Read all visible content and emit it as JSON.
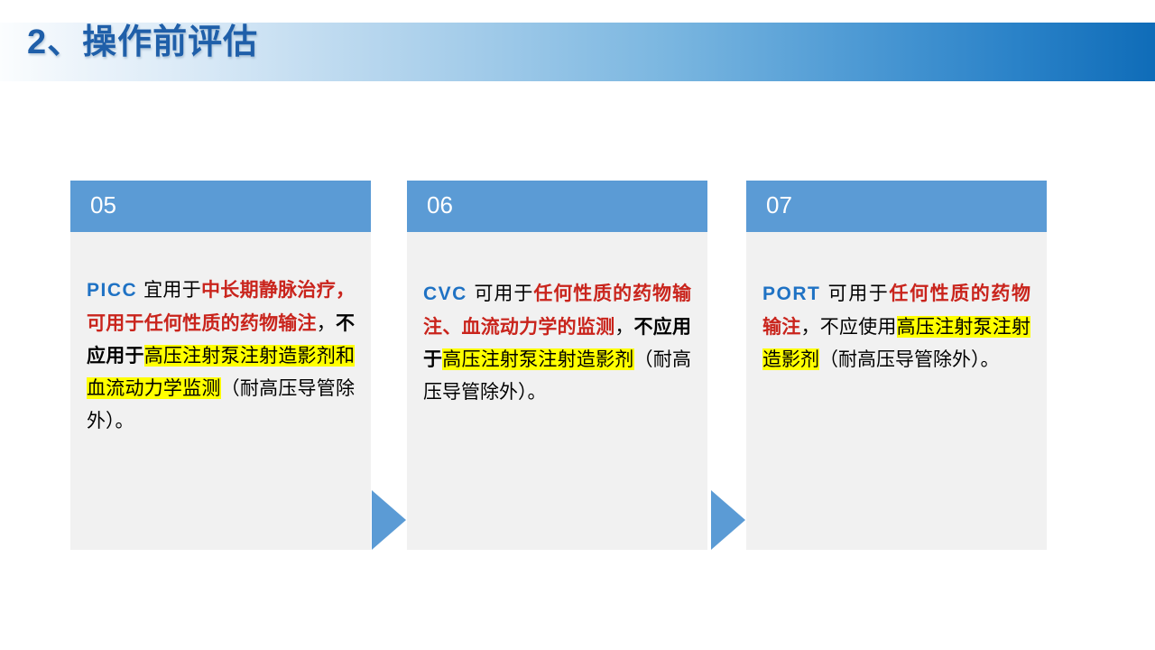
{
  "slide": {
    "title": "2、操作前评估"
  },
  "cards": [
    {
      "number": "05",
      "runs": [
        {
          "text": "PICC",
          "style": "device"
        },
        {
          "text": " 宜用于",
          "style": "plain"
        },
        {
          "text": "中长期静脉治疗，可用于任何性质的药物输注",
          "style": "red"
        },
        {
          "text": "，",
          "style": "plain"
        },
        {
          "text": "不应用于",
          "style": "bold"
        },
        {
          "text": "高压注射泵注射造影剂和血流动力学监测",
          "style": "highlight"
        },
        {
          "text": "（耐高压导管除外）。",
          "style": "plain"
        }
      ]
    },
    {
      "number": "06",
      "runs": [
        {
          "text": "CVC",
          "style": "device"
        },
        {
          "text": " 可用于",
          "style": "plain"
        },
        {
          "text": "任何性质的药物输注、血流动力学的监测",
          "style": "red"
        },
        {
          "text": "，",
          "style": "plain"
        },
        {
          "text": "不应用于",
          "style": "bold"
        },
        {
          "text": "高压注射泵注射造影剂",
          "style": "highlight"
        },
        {
          "text": "（耐高压导管除外）。",
          "style": "plain"
        }
      ]
    },
    {
      "number": "07",
      "runs": [
        {
          "text": "PORT",
          "style": "device"
        },
        {
          "text": " 可用于",
          "style": "plain"
        },
        {
          "text": "任何性质的药物输注",
          "style": "red"
        },
        {
          "text": "，不应使用",
          "style": "plain"
        },
        {
          "text": "高压注射泵注射造影剂",
          "style": "highlight"
        },
        {
          "text": "（耐高压导管除外）。",
          "style": "plain"
        }
      ]
    }
  ],
  "arrows": [
    {
      "name": "flow-arrow-1"
    },
    {
      "name": "flow-arrow-2"
    }
  ],
  "colors": {
    "header_blue": "#5b9bd5",
    "title_blue": "#1f5fa9",
    "device_blue": "#1f72c4",
    "emphasis_red": "#c9241c",
    "highlight_yellow": "#ffff00",
    "card_body_bg": "#f1f1f1"
  }
}
